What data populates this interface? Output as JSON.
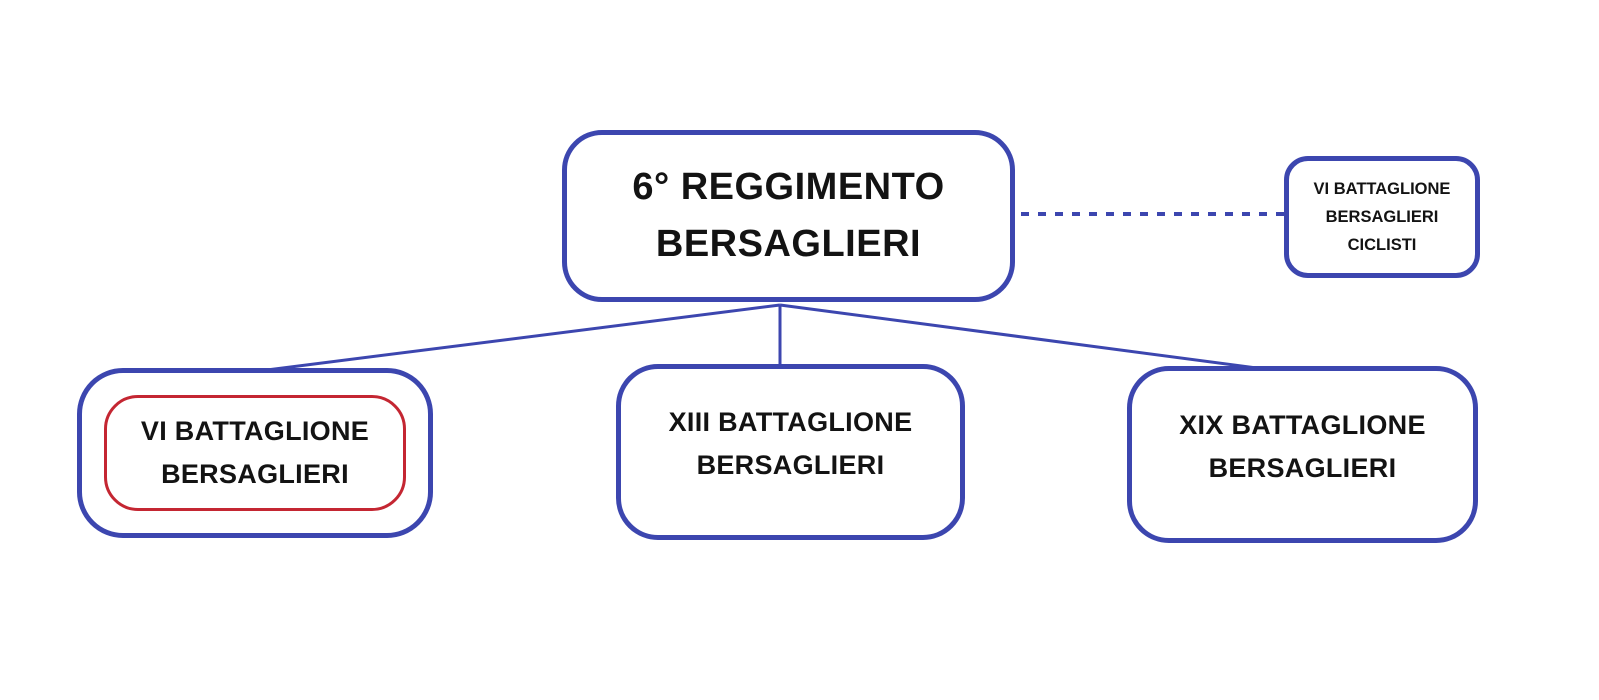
{
  "colors": {
    "node_border": "#3c46af",
    "connector": "#3c46af",
    "highlight_border": "#c42632",
    "text": "#131313",
    "background": "#ffffff"
  },
  "nodes": {
    "root": {
      "lines": [
        "6° REGGIMENTO",
        "BERSAGLIERI"
      ]
    },
    "ciclisti": {
      "lines": [
        "VI BATTAGLIONE",
        "BERSAGLIERI",
        "CICLISTI"
      ]
    },
    "battalion_vi": {
      "lines": [
        "VI BATTAGLIONE",
        "BERSAGLIERI"
      ],
      "highlighted": true
    },
    "battalion_xiii": {
      "lines": [
        "XIII BATTAGLIONE",
        "BERSAGLIERI"
      ]
    },
    "battalion_xix": {
      "lines": [
        "XIX BATTAGLIONE",
        "BERSAGLIERI"
      ]
    }
  },
  "edges": [
    {
      "from": "root",
      "to": "battalion_vi",
      "style": "solid"
    },
    {
      "from": "root",
      "to": "battalion_xiii",
      "style": "solid"
    },
    {
      "from": "root",
      "to": "battalion_xix",
      "style": "solid"
    },
    {
      "from": "root",
      "to": "ciclisti",
      "style": "dashed"
    }
  ]
}
